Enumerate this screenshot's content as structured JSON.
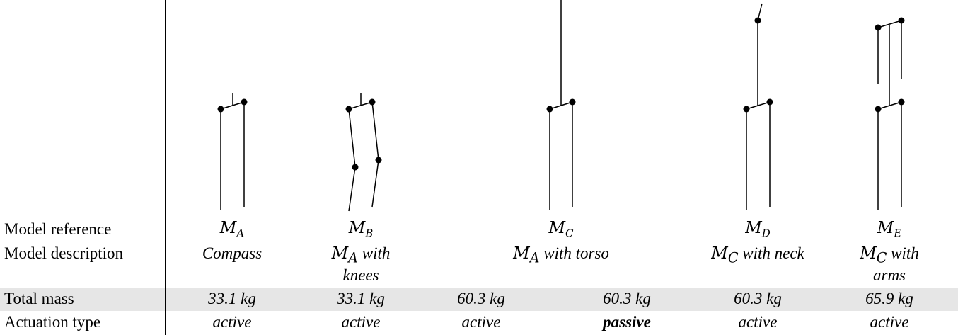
{
  "row_labels": {
    "reference": "Model reference",
    "description": "Model description",
    "mass": "Total mass",
    "actuation": "Actuation type"
  },
  "models": [
    {
      "ref_base": "M",
      "ref_sub": "A",
      "desc_line1": "Compass",
      "desc_line2": ""
    },
    {
      "ref_base": "M",
      "ref_sub": "B",
      "desc_line1": "M_A with",
      "desc_line2": "knees"
    },
    {
      "ref_base": "M",
      "ref_sub": "C",
      "desc_line1": "M_A with torso",
      "desc_line2": ""
    },
    {
      "ref_base": "M",
      "ref_sub": "D",
      "desc_line1": "M_C with neck",
      "desc_line2": ""
    },
    {
      "ref_base": "M",
      "ref_sub": "E",
      "desc_line1": "M_C with",
      "desc_line2": "arms"
    }
  ],
  "desc_parts": {
    "b": {
      "base": "M",
      "sub": "A",
      "rest": "with"
    },
    "c": {
      "base": "M",
      "sub": "A",
      "rest": "with torso"
    },
    "d": {
      "base": "M",
      "sub": "C",
      "rest": "with neck"
    },
    "e": {
      "base": "M",
      "sub": "C",
      "rest": "with"
    }
  },
  "mass_values": [
    "33.1 kg",
    "33.1 kg",
    "60.3 kg",
    "60.3 kg",
    "60.3 kg",
    "65.9 kg"
  ],
  "actuation_values": [
    "active",
    "active",
    "active",
    "passive",
    "active",
    "active"
  ]
}
